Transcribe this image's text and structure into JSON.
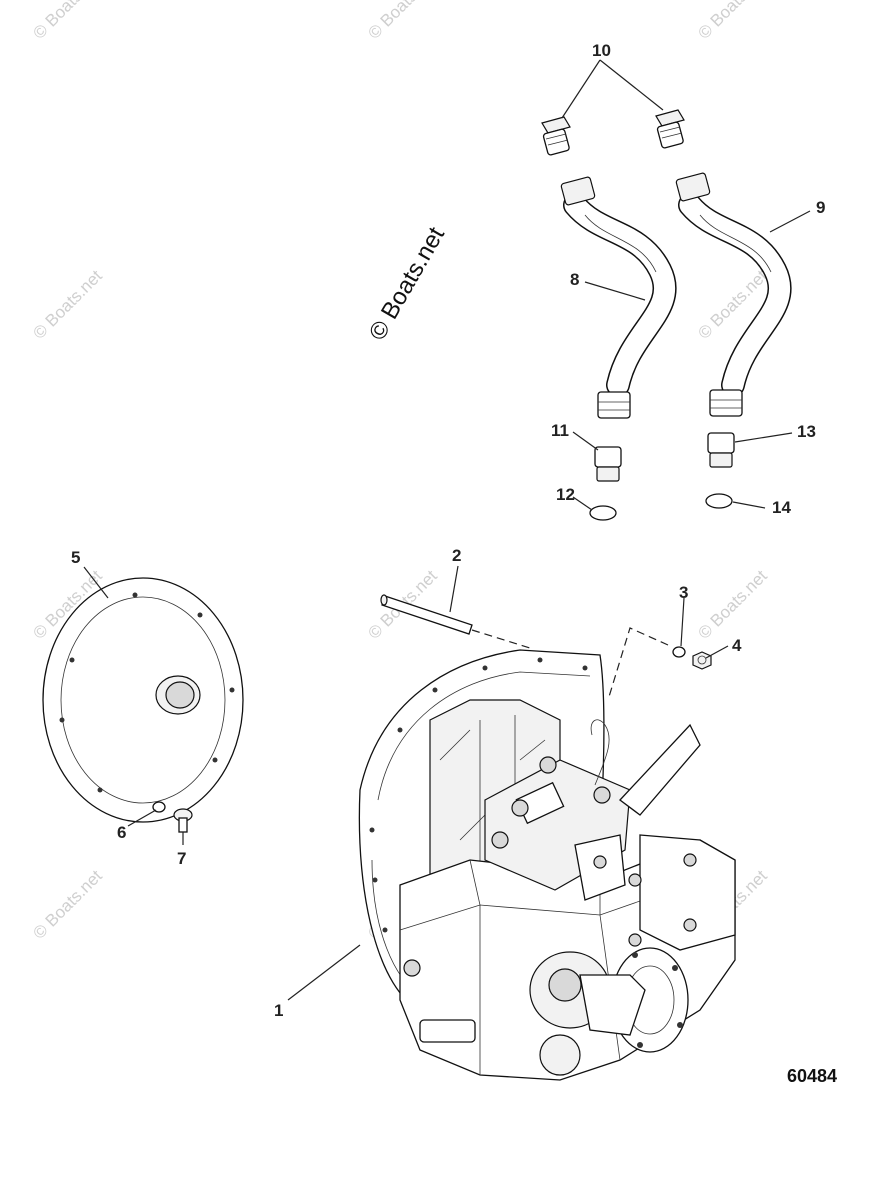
{
  "watermarks": {
    "main": "© Boats.net",
    "repeat": "© Boats.net"
  },
  "figure_id": "60484",
  "callouts": [
    "1",
    "2",
    "3",
    "4",
    "5",
    "6",
    "7",
    "8",
    "9",
    "10",
    "11",
    "12",
    "13",
    "14"
  ]
}
